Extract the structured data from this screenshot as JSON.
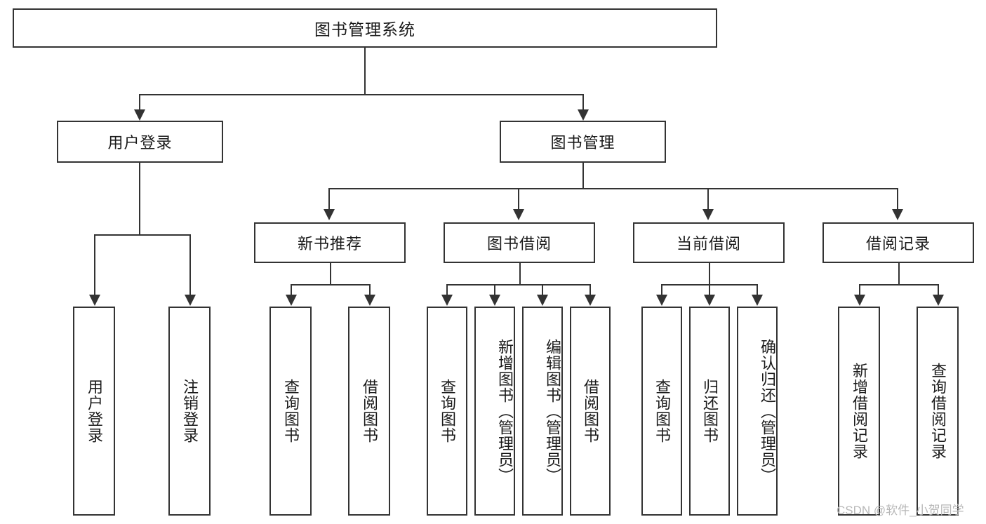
{
  "diagram": {
    "title": "图书管理系统",
    "watermark": "CSDN @软件_小贺同学",
    "levels": {
      "root": {
        "label": "图书管理系统"
      },
      "level2": [
        {
          "id": "user-login",
          "label": "用户登录"
        },
        {
          "id": "book-management",
          "label": "图书管理"
        }
      ],
      "level3": [
        {
          "id": "new-book-recommend",
          "label": "新书推荐"
        },
        {
          "id": "book-borrow",
          "label": "图书借阅"
        },
        {
          "id": "current-borrow",
          "label": "当前借阅"
        },
        {
          "id": "borrow-records",
          "label": "借阅记录"
        }
      ],
      "leaves": {
        "user_login": [
          {
            "id": "leaf-user-login",
            "label": "用户登录"
          },
          {
            "id": "leaf-logout",
            "label": "注销登录"
          }
        ],
        "new_book_recommend": [
          {
            "id": "leaf-query-books-1",
            "label": "查询图书"
          },
          {
            "id": "leaf-borrow-books-1",
            "label": "借阅图书"
          }
        ],
        "book_borrow": [
          {
            "id": "leaf-query-books-2",
            "label": "查询图书"
          },
          {
            "id": "leaf-add-book",
            "label": "新增图书（管理员）"
          },
          {
            "id": "leaf-edit-book",
            "label": "编辑图书（管理员）"
          },
          {
            "id": "leaf-borrow-books-2",
            "label": "借阅图书"
          }
        ],
        "current_borrow": [
          {
            "id": "leaf-query-books-3",
            "label": "查询图书"
          },
          {
            "id": "leaf-return-book",
            "label": "归还图书"
          },
          {
            "id": "leaf-confirm-return",
            "label": "确认归还（管理员）"
          }
        ],
        "borrow_records": [
          {
            "id": "leaf-add-record",
            "label": "新增借阅记录"
          },
          {
            "id": "leaf-query-record",
            "label": "查询借阅记录"
          }
        ]
      }
    },
    "colors": {
      "stroke": "#333333",
      "fill": "#ffffff",
      "text": "#1a1a1a",
      "watermark": "#b8b8b8"
    }
  }
}
